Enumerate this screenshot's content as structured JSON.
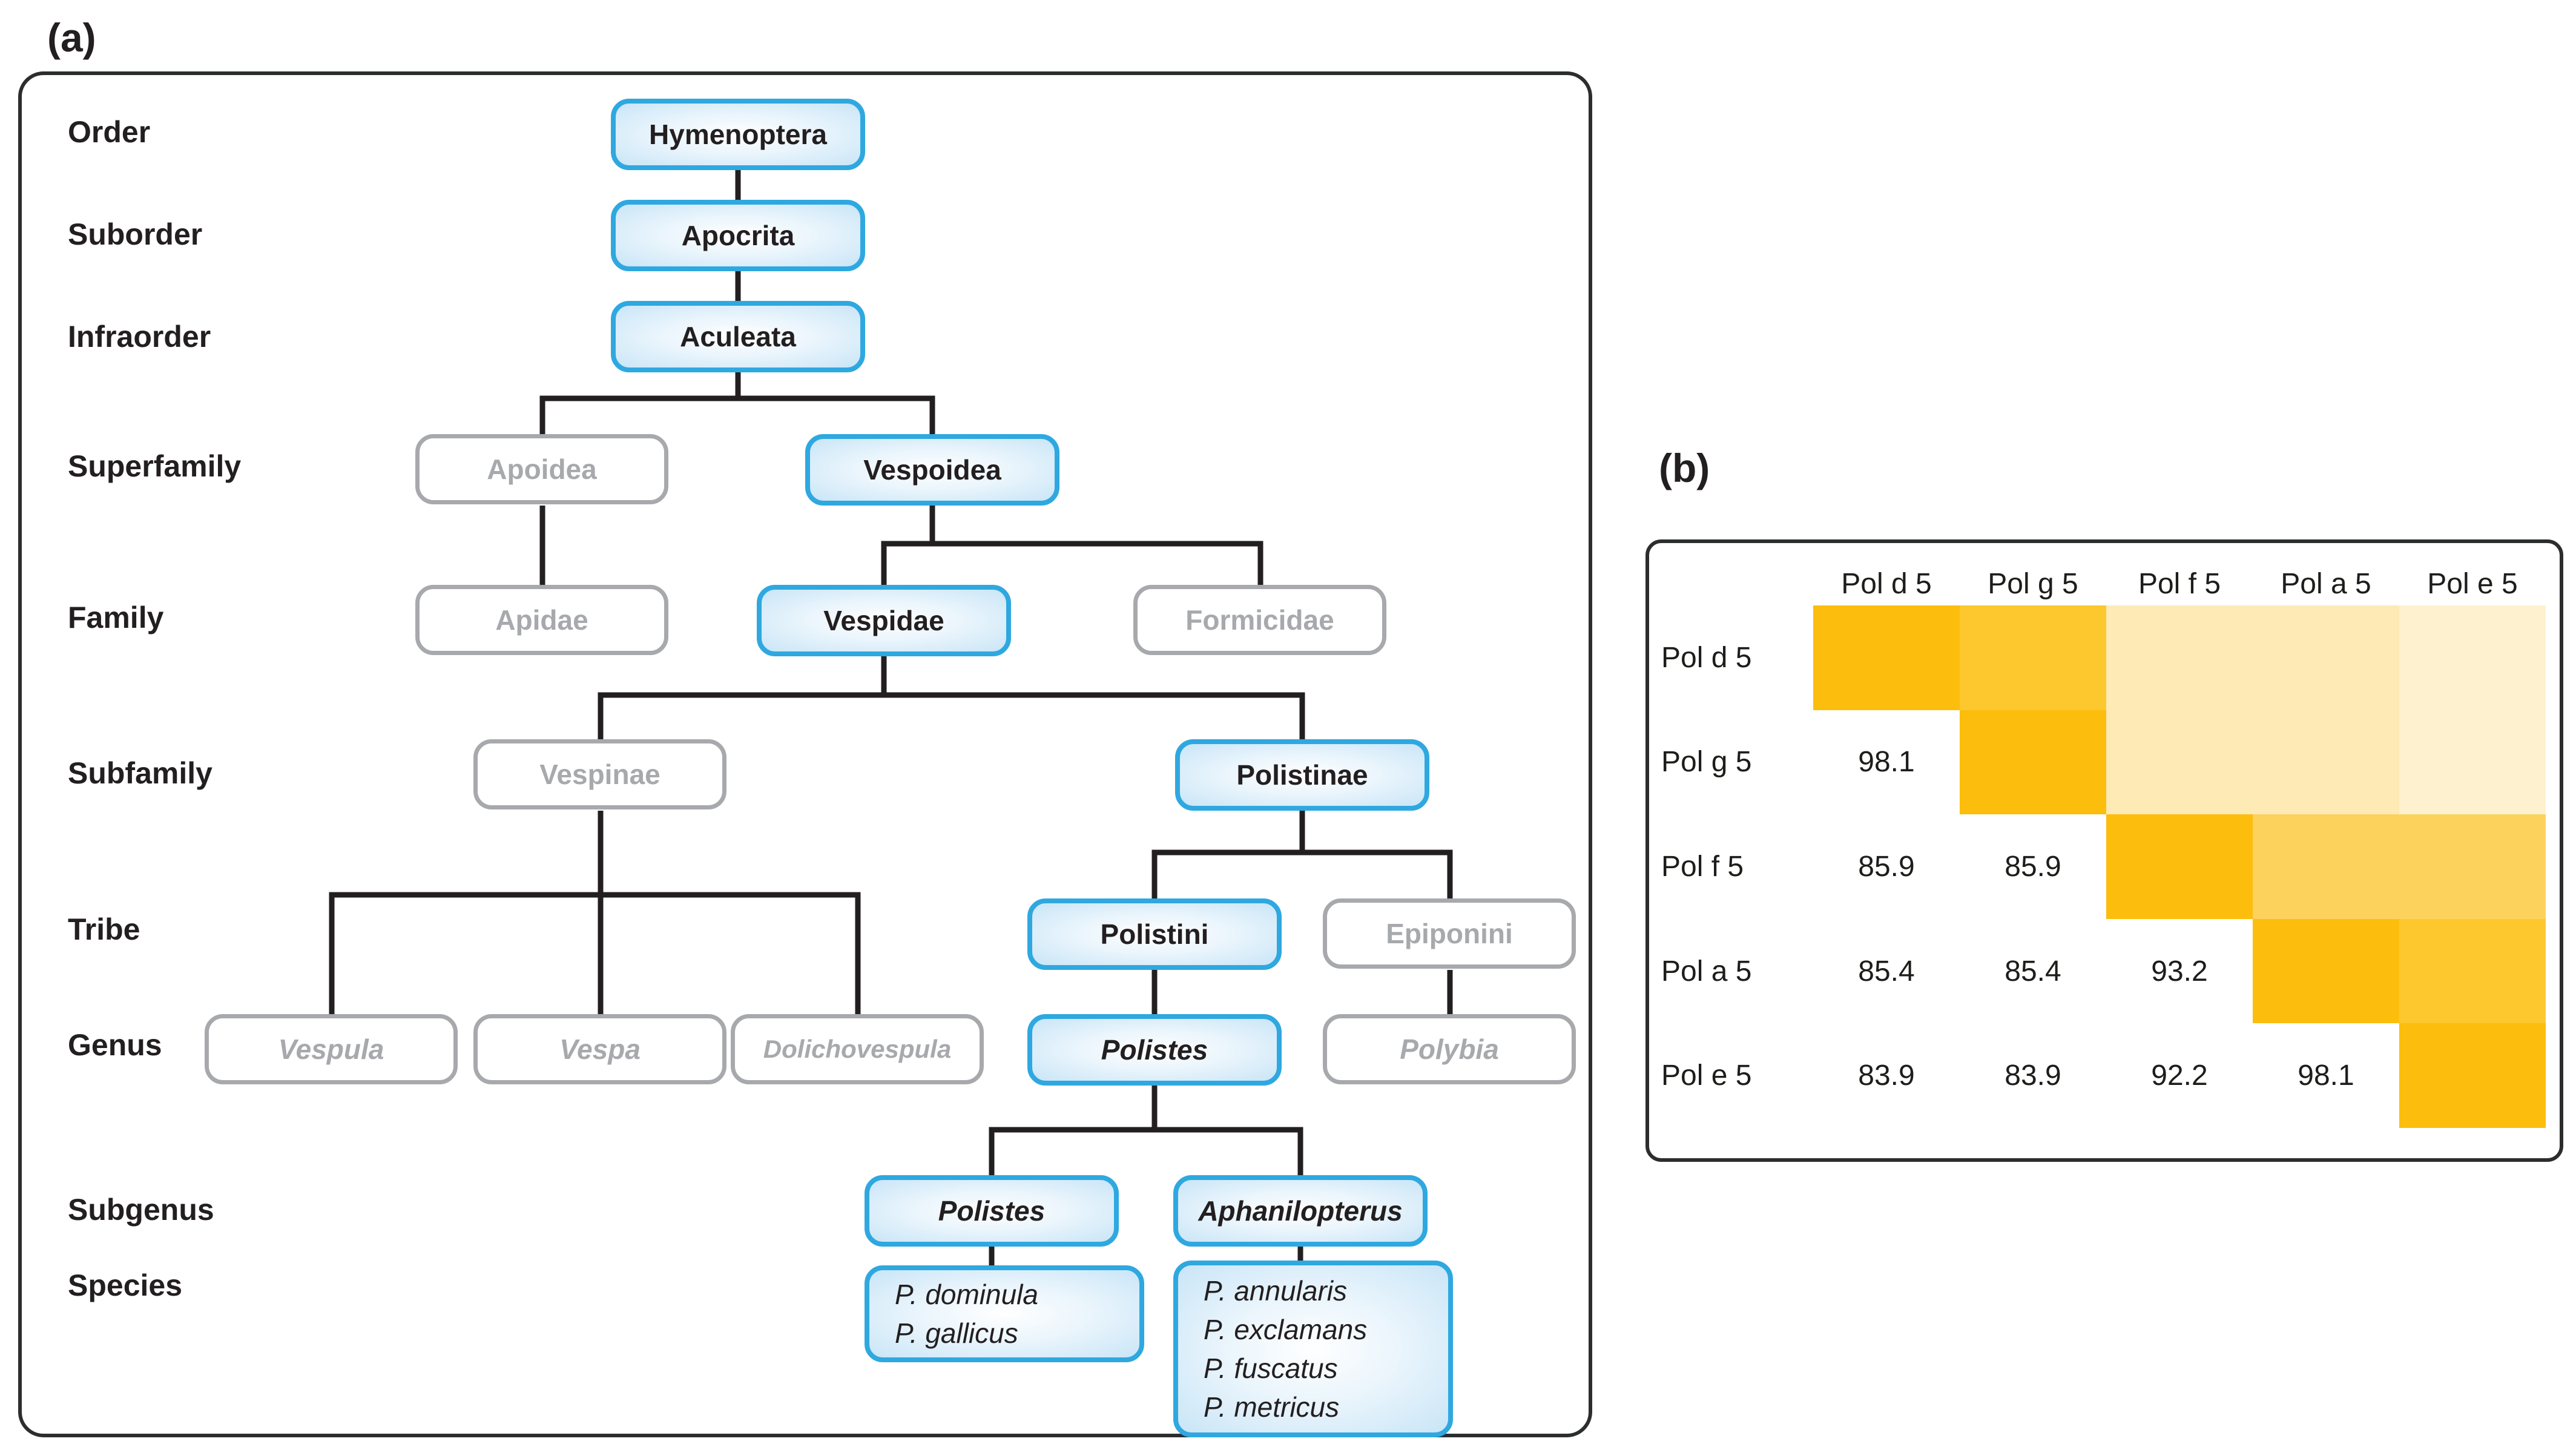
{
  "colors": {
    "highlight_border": "#2fa8e0",
    "highlight_fill_edge": "#c9e5f7",
    "muted_border": "#a7a9ac",
    "muted_text": "#a7a9ac",
    "text": "#231f20",
    "connector": "#231f20"
  },
  "panel_a": {
    "label": "(a)",
    "rank_labels": [
      "Order",
      "Suborder",
      "Infraorder",
      "Superfamily",
      "Family",
      "Subfamily",
      "Tribe",
      "Genus",
      "Subgenus",
      "Species"
    ],
    "nodes": {
      "hymenoptera": "Hymenoptera",
      "apocrita": "Apocrita",
      "aculeata": "Aculeata",
      "apoidea": "Apoidea",
      "vespoidea": "Vespoidea",
      "apidae": "Apidae",
      "vespidae": "Vespidae",
      "formicidae": "Formicidae",
      "vespinae": "Vespinae",
      "polistinae": "Polistinae",
      "polistini": "Polistini",
      "epiponini": "Epiponini",
      "vespula": "Vespula",
      "vespa": "Vespa",
      "dolichovespula": "Dolichovespula",
      "polistes_genus": "Polistes",
      "polybia": "Polybia",
      "polistes_subgenus": "Polistes",
      "aphanilopterus": "Aphanilopterus"
    },
    "species_groups": {
      "polistes": [
        "P. dominula",
        "P. gallicus"
      ],
      "aphanilopterus": [
        "P. annularis",
        "P. exclamans",
        "P. fuscatus",
        "P. metricus"
      ]
    }
  },
  "panel_b": {
    "label": "(b)",
    "col_headers": [
      "Pol d 5",
      "Pol g 5",
      "Pol f 5",
      "Pol a 5",
      "Pol e 5"
    ],
    "rows": [
      {
        "label": "Pol d 5",
        "values": []
      },
      {
        "label": "Pol g 5",
        "values": [
          "98.1"
        ]
      },
      {
        "label": "Pol f 5",
        "values": [
          "85.9",
          "85.9"
        ]
      },
      {
        "label": "Pol a 5",
        "values": [
          "85.4",
          "85.4",
          "93.2"
        ]
      },
      {
        "label": "Pol e 5",
        "values": [
          "83.9",
          "83.9",
          "92.2",
          "98.1"
        ]
      }
    ],
    "heat_palette": {
      "diag": "#fcbd0d",
      "s98": "#fdc72e",
      "s93": "#fdd25c",
      "s86": "#fdeab4",
      "s84": "#fef1cf"
    }
  }
}
